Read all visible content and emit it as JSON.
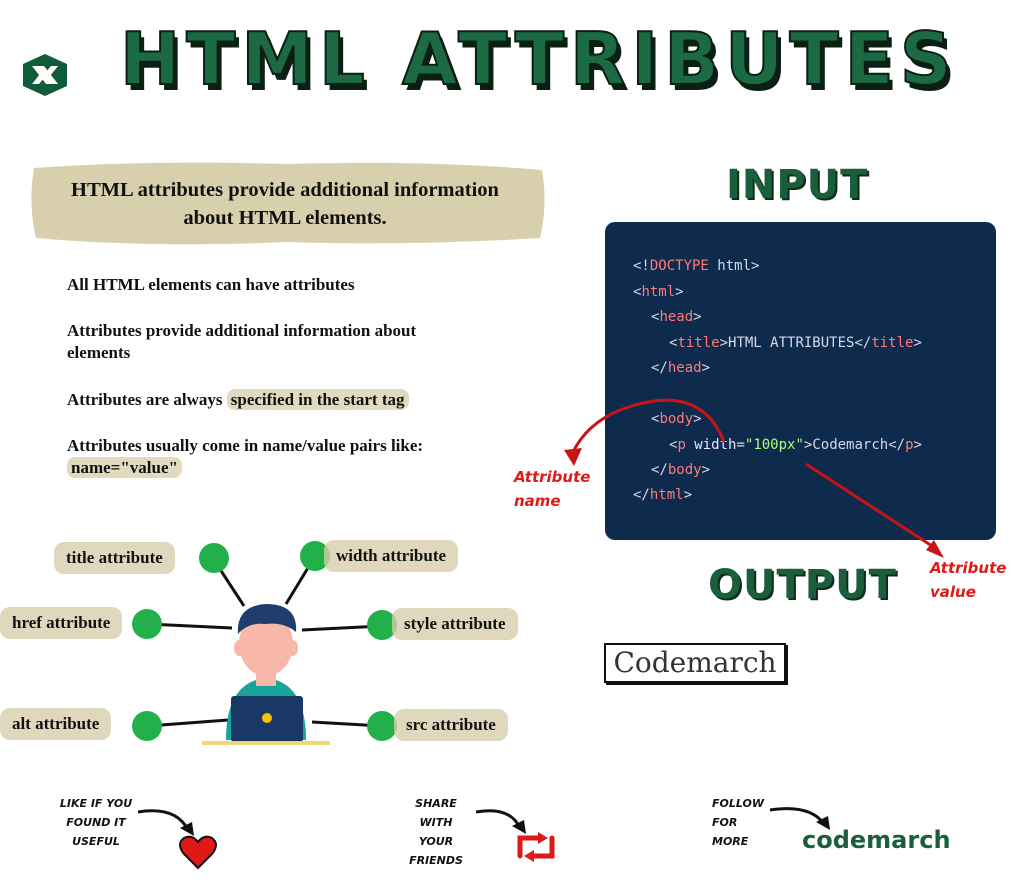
{
  "header": {
    "title": "HTML ATTRIBUTES"
  },
  "definition": {
    "line1": "HTML attributes provide additional information",
    "line2": "about HTML elements."
  },
  "bullets": {
    "b1": "All HTML elements can have attributes",
    "b2_line1": "Attributes provide additional information about",
    "b2_line2": "elements",
    "b3_prefix": "Attributes are always ",
    "b3_highlight": "specified in the start tag",
    "b4_line1": "Attributes usually come in name/value pairs like:",
    "b4_highlight": "name=\"value\""
  },
  "sections": {
    "input": "INPUT",
    "output": "OUTPUT"
  },
  "code": {
    "l1_a": "<!",
    "l1_b": "DOCTYPE",
    "l1_c": " html",
    "l1_d": ">",
    "l2_a": "<",
    "l2_b": "html",
    "l2_c": ">",
    "l3_a": "<",
    "l3_b": "head",
    "l3_c": ">",
    "l4_a": "<",
    "l4_b": "title",
    "l4_c": ">HTML ATTRIBUTES</",
    "l4_d": "title",
    "l4_e": ">",
    "l5_a": "</",
    "l5_b": "head",
    "l5_c": ">",
    "l6_a": "<",
    "l6_b": "body",
    "l6_c": ">",
    "l7_a": "<",
    "l7_b": "p",
    "l7_c": " width",
    "l7_d": "=",
    "l7_e": "\"100px\"",
    "l7_f": ">Codemarch</",
    "l7_g": "p",
    "l7_h": ">",
    "l8_a": "</",
    "l8_b": "body",
    "l8_c": ">",
    "l9_a": "</",
    "l9_b": "html",
    "l9_c": ">"
  },
  "output_text": "Codemarch",
  "annotations": {
    "name_line1": "Attribute",
    "name_line2": "name",
    "value_line1": "Attribute",
    "value_line2": "value"
  },
  "attributes": {
    "title": "title attribute",
    "width": "width attribute",
    "href": "href attribute",
    "style": "style attribute",
    "alt": "alt attribute",
    "src": "src attribute"
  },
  "footer": {
    "like_l1": "LIKE IF YOU",
    "like_l2": "FOUND IT",
    "like_l3": "USEFUL",
    "share_l1": "SHARE WITH",
    "share_l2": "YOUR",
    "share_l3": "FRIENDS",
    "follow_l1": "FOLLOW",
    "follow_l2": "FOR",
    "follow_l3": "MORE",
    "brand": "codemarch"
  },
  "colors": {
    "brand_green": "#1b5e3c",
    "code_bg": "#0e2a4d",
    "annotation_red": "#e01818",
    "node_green": "#22b04b"
  }
}
